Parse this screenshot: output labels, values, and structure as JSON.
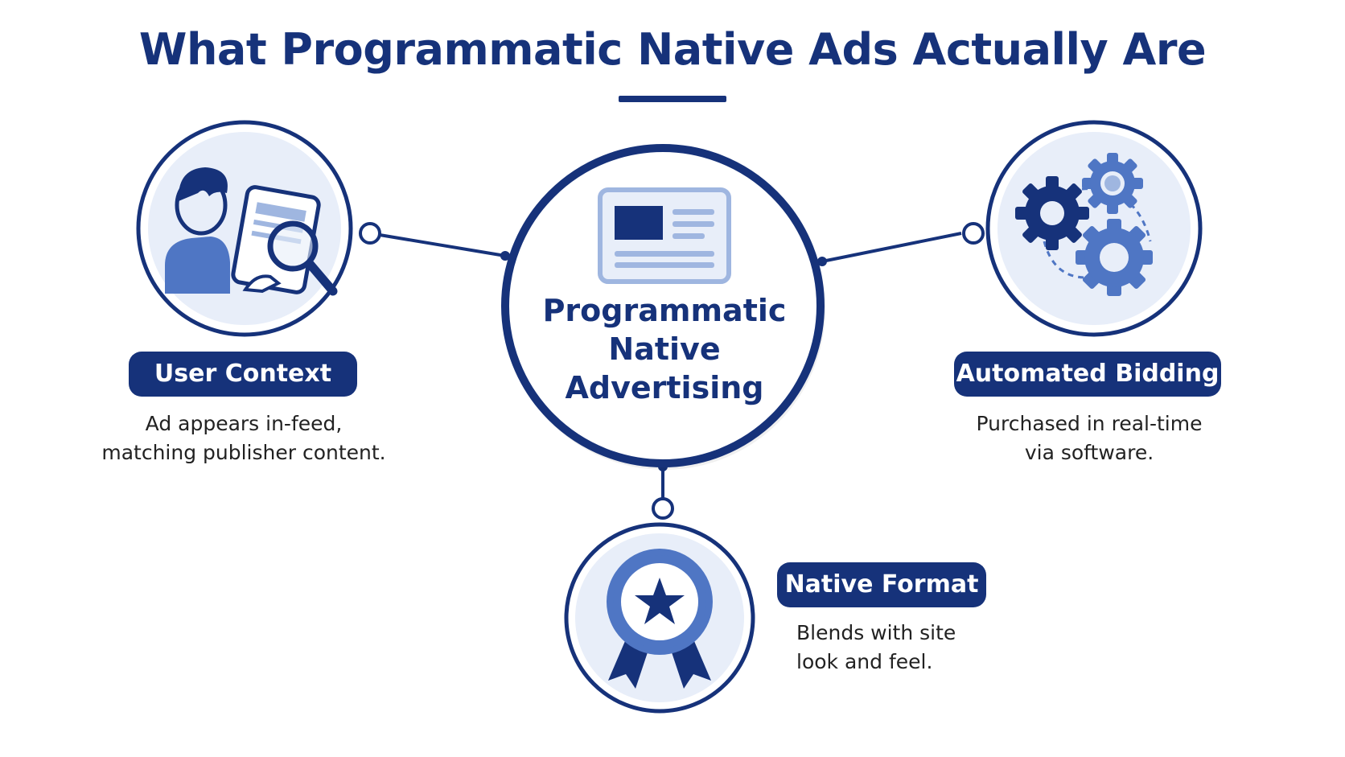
{
  "title": "What Programmatic Native Ads Actually Are",
  "center": {
    "label_line1": "Programmatic",
    "label_line2": "Native",
    "label_line3": "Advertising",
    "icon": "native-ad-card-icon"
  },
  "nodes": {
    "user_context": {
      "label": "User Context",
      "desc_line1": "Ad appears in-feed,",
      "desc_line2": "matching publisher content.",
      "icon": "user-reading-tablet-magnifier-icon"
    },
    "automated_bidding": {
      "label": "Automated Bidding",
      "desc_line1": "Purchased in real-time",
      "desc_line2": "via software.",
      "icon": "gears-icon"
    },
    "native_format": {
      "label": "Native Format",
      "desc_line1": "Blends with site",
      "desc_line2": "look and feel.",
      "icon": "award-ribbon-star-icon"
    }
  },
  "colors": {
    "navy": "#16327a",
    "mid_blue": "#4f76c4",
    "light_blue": "#9fb6e0",
    "pale_fill": "#e8eef9"
  }
}
